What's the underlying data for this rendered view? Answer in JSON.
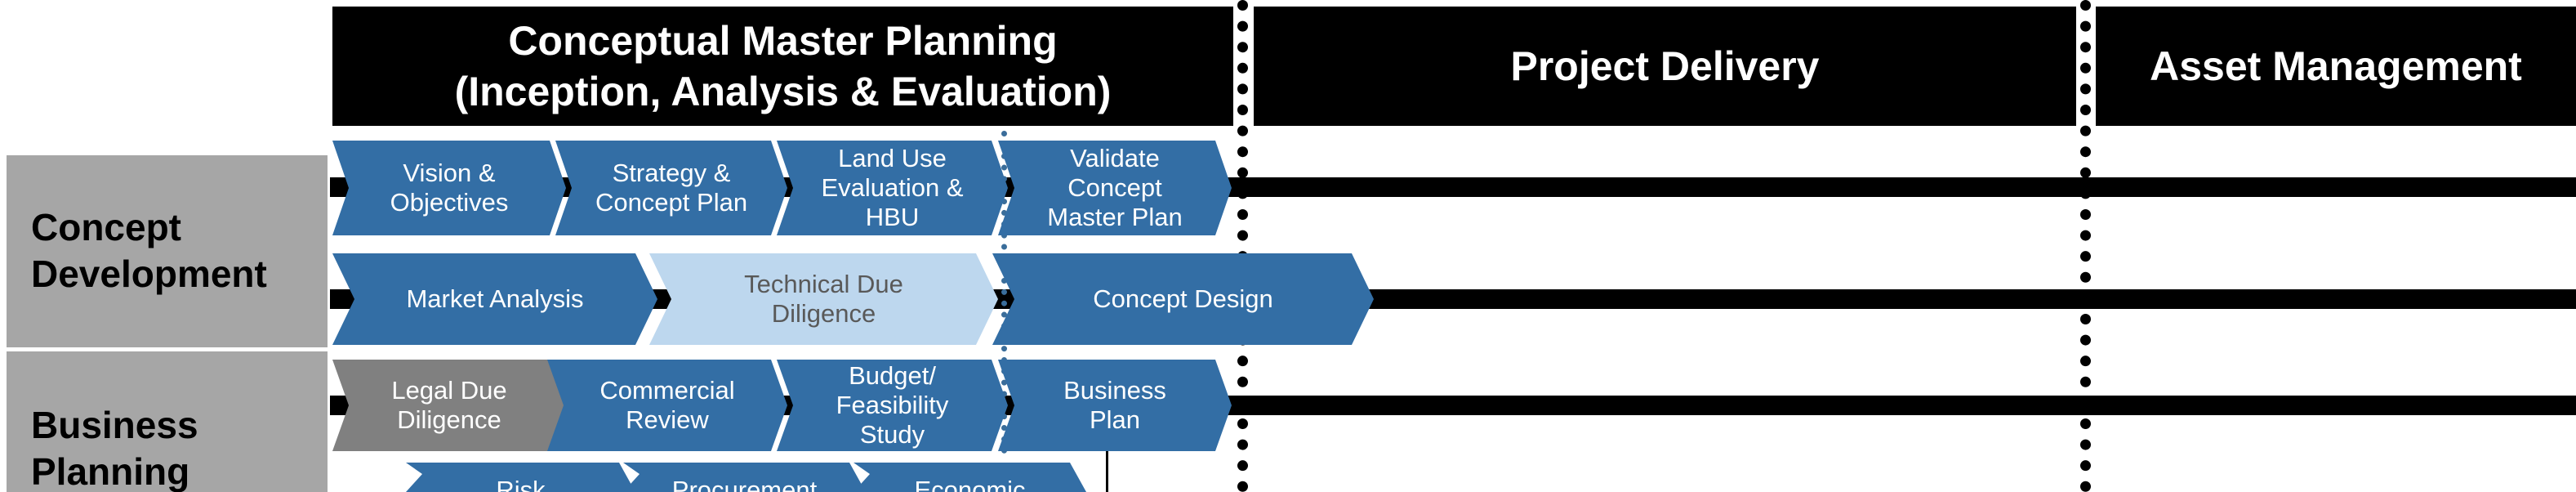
{
  "phases": {
    "conceptual": [
      "Conceptual Master Planning",
      "(Inception, Analysis & Evaluation)"
    ],
    "delivery": "Project Delivery",
    "asset": "Asset Management"
  },
  "rows": {
    "concept_development": [
      "Concept",
      "Development"
    ],
    "business_planning": [
      "Business",
      "Planning"
    ]
  },
  "steps": {
    "vision": [
      "Vision &",
      "Objectives"
    ],
    "strategy": [
      "Strategy &",
      "Concept Plan"
    ],
    "land_use": [
      "Land Use",
      "Evaluation &",
      "HBU"
    ],
    "validate": [
      "Validate",
      "Concept",
      "Master Plan"
    ],
    "market": [
      "Market Analysis"
    ],
    "technical": [
      "Technical Due",
      "Diligence"
    ],
    "concept_design": [
      "Concept Design"
    ],
    "legal": [
      "Legal Due",
      "Diligence"
    ],
    "commercial": [
      "Commercial",
      "Review"
    ],
    "budget": [
      "Budget/",
      "Feasibility",
      "Study"
    ],
    "business_plan": [
      "Business",
      "Plan"
    ],
    "risk": [
      "Risk"
    ],
    "procurement": [
      "Procurement"
    ],
    "economic": [
      "Economic"
    ]
  },
  "colors": {
    "chevron_blue": "#336ea5",
    "chevron_light": "#bdd7ee",
    "chevron_gray": "#808080",
    "row_gray": "#a6a6a6",
    "header_black": "#000000"
  }
}
